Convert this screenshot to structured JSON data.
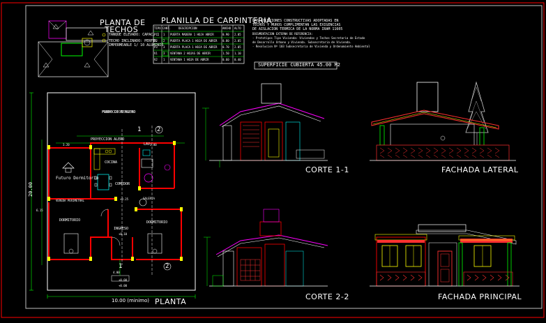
{
  "drawing": {
    "roof_plan_title": [
      "PLANTA DE",
      "TECHOS"
    ],
    "roof_legend": [
      "TANQUE ELEVADO: CAPAC. 1",
      "TECHO INCLINADO: PERFIL",
      "IMPERMEABLE 1/ 10 ALUMINIO"
    ],
    "schedule_title": "PLANILLA DE CARPINTERIA",
    "schedule_headers": [
      "TIPO",
      "CANT.",
      "DESCRIPCION",
      "ANCHO",
      "ALTO"
    ],
    "schedule_rows": [
      [
        "P1",
        "1",
        "PUERTA MADERA 1 HOJA ABRIR",
        "0.90",
        "2.05"
      ],
      [
        "P2",
        "2",
        "PUERTA PLACA 1 HOJA DE ABRIR",
        "0.80",
        "2.05"
      ],
      [
        "P3",
        "3",
        "PUERTA PLACA 1 HOJA DE ABRIR",
        "0.70",
        "2.05"
      ],
      [
        "V1",
        "3",
        "VENTANA 2 HOJAS DE ABRIR",
        "1.50",
        "1.10"
      ],
      [
        "V2",
        "1",
        "VENTANA 1 HOJA DE ABRIR",
        "0.60",
        "0.40"
      ]
    ],
    "notes": [
      "LAS SOLUCIONES CONSTRUCTIVAS ADOPTADAS EN",
      "TECHOS Y MUROS CUMPLIMENTAN LAS EXIGENCIAS",
      "DE AISLACION TERMICA DE LA NORMA IRAM 11605",
      "DOCUMENTACION EXTERNA DE REFERENCIA:",
      "- Prototipos Tipo Vivienda: Viviendas y Techos Secretaria de Estado",
      "  de Desarrollo Urbano y Vivienda. Subsecretaria de Vivienda.",
      "- Resolucion Nº 103 Subsecretaria de Vivienda y Ordenamiento Ambiental"
    ],
    "surface_label": "SUPERFICIE CUBIERTA 45.00 M2",
    "section1_label": "CORTE 1-1",
    "section2_label": "CORTE 2-2",
    "side_elevation_label": "FACHADA LATERAL",
    "front_elevation_label": "FACHADA PRINCIPAL",
    "plan_label": "PLANTA",
    "width_dim": "10.00 (minimo)",
    "depth_dim": "20.00",
    "lot_label": "FONDO DE TERRENO",
    "rooms": {
      "cocina": "COCINA",
      "comedor": "COMEDOR",
      "lav": "LAV.",
      "futuro": "Futuro Dormitorio",
      "dorm1": "DORMITORIO",
      "dorm2": "DORMITORIO",
      "ingreso": "INGRESO",
      "galeria": "GALERIA",
      "proyeccion": "PROYECCION ALERO",
      "vereda": "VEREDA PERIMETRAL"
    },
    "levels": [
      "+0.25",
      "+0.10",
      "+0.00",
      "+0.00"
    ],
    "cut_marks": [
      "1",
      "2",
      "1",
      "2"
    ],
    "plan_small_dims": [
      "3.20",
      "3.00",
      "6.15",
      "4.00"
    ]
  },
  "colors": {
    "background": "#000000",
    "frame": "#ff0000",
    "inner_frame": "#ffffff",
    "walls": "#ff0000",
    "dims": "#00ff00",
    "text": "#ffffff",
    "accent": "#ffff00",
    "cyan": "#00ffff",
    "magenta": "#ff00ff",
    "blue": "#4040ff",
    "brick": "#ff3030",
    "tree": "#c8c8c8"
  }
}
